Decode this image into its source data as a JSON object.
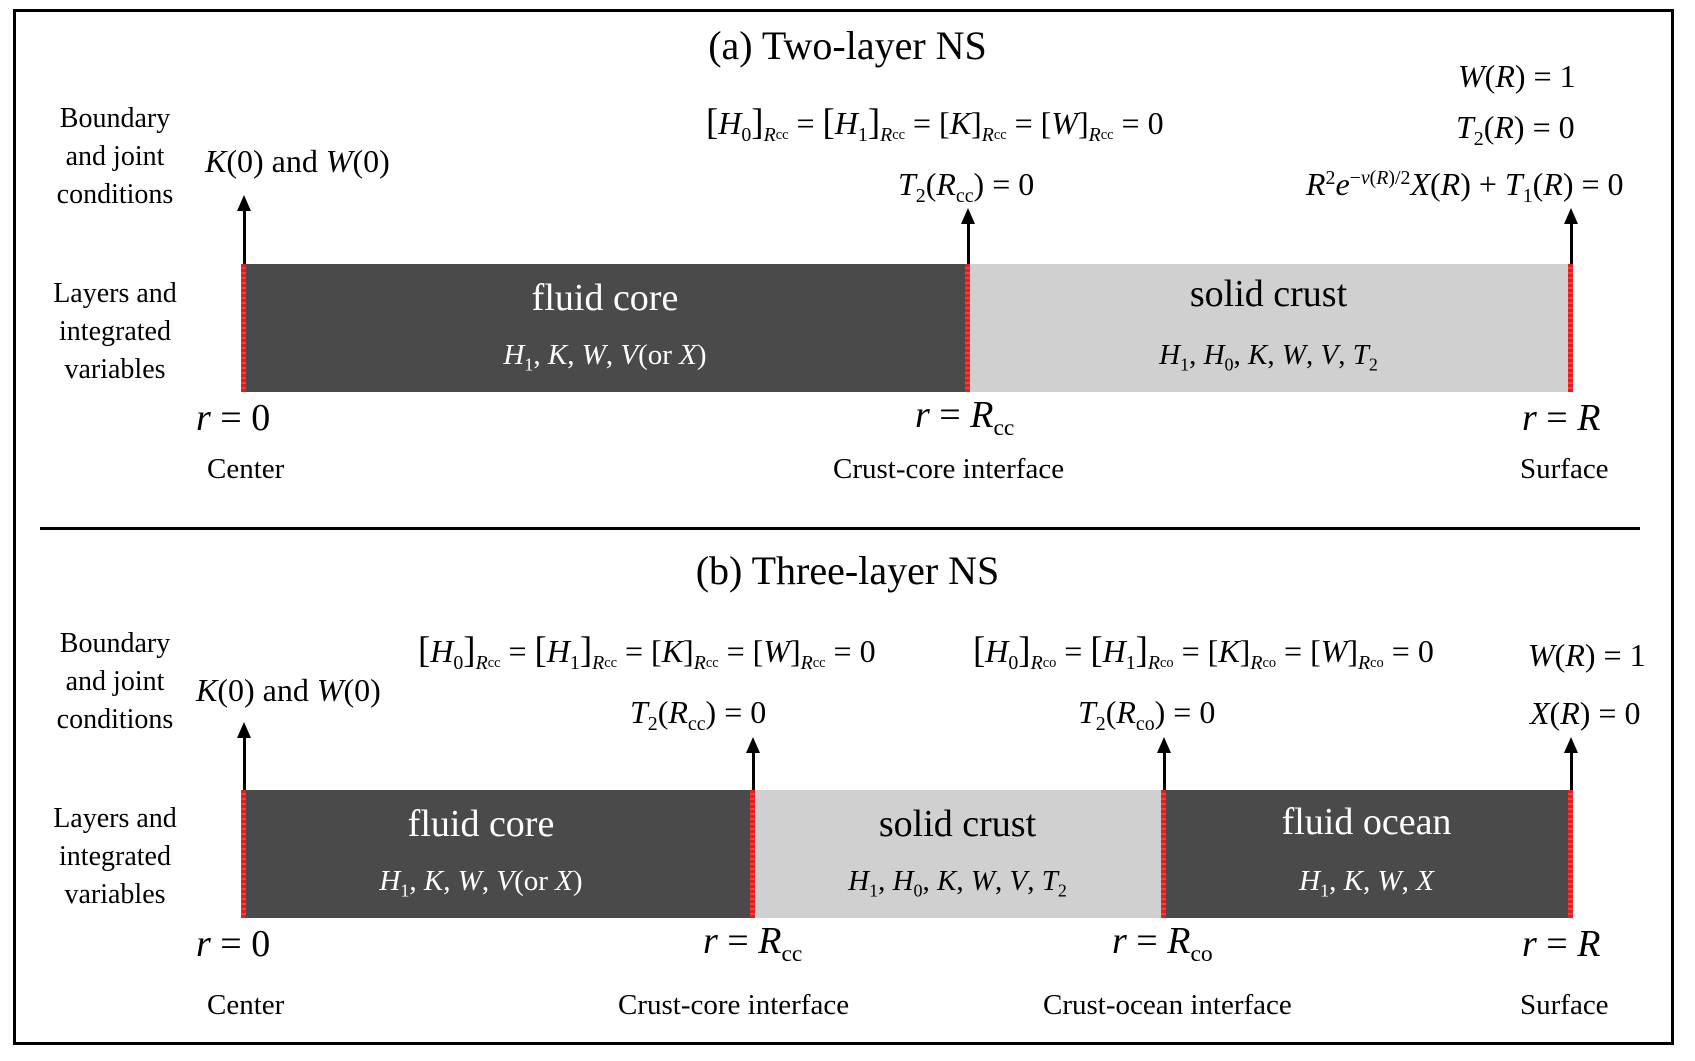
{
  "panel_a": {
    "title": "(a) Two-layer NS",
    "side_boundary": [
      "Boundary",
      "and joint",
      "conditions"
    ],
    "side_layers": [
      "Layers and",
      "integrated",
      "variables"
    ],
    "cond_center": "K(0) and W(0)",
    "cond_cc_line1": "[H0]Rcc = [H1]Rcc = [K]Rcc = [W]Rcc = 0",
    "cond_cc_line2": "T2(Rcc) = 0",
    "cond_surface_line1": "W(R) = 1",
    "cond_surface_line2": "T2(R) = 0",
    "cond_surface_line3": "R2e−ν(R)/2X(R) + T1(R) = 0",
    "layers": [
      {
        "name": "fluid core",
        "vars": "H1, K, W, V(or X)"
      },
      {
        "name": "solid crust",
        "vars": "H1, H0, K, W, V, T2"
      }
    ],
    "positions": [
      "r = 0",
      "r = Rcc",
      "r = R"
    ],
    "locations": [
      "Center",
      "Crust-core interface",
      "Surface"
    ]
  },
  "panel_b": {
    "title": "(b) Three-layer NS",
    "side_boundary": [
      "Boundary",
      "and joint",
      "conditions"
    ],
    "side_layers": [
      "Layers and",
      "integrated",
      "variables"
    ],
    "cond_center": "K(0) and W(0)",
    "cond_cc_line1": "[H0]Rcc = [H1]Rcc = [K]Rcc = [W]Rcc = 0",
    "cond_cc_line2": "T2(Rcc) = 0",
    "cond_co_line1": "[H0]Rco = [H1]Rco = [K]Rco = [W]Rco = 0",
    "cond_co_line2": "T2(Rco) = 0",
    "cond_surface_line1": "W(R) = 1",
    "cond_surface_line2": "X(R) = 0",
    "layers": [
      {
        "name": "fluid core",
        "vars": "H1, K, W, V(or X)"
      },
      {
        "name": "solid crust",
        "vars": "H1, H0, K, W, V, T2"
      },
      {
        "name": "fluid ocean",
        "vars": "H1, K, W, X"
      }
    ],
    "positions": [
      "r = 0",
      "r = Rcc",
      "r = Rco",
      "r = R"
    ],
    "locations": [
      "Center",
      "Crust-core interface",
      "Crust-ocean interface",
      "Surface"
    ]
  },
  "colors": {
    "fluid": "#4a4a4a",
    "solid": "#d0d0d0",
    "interface": "#e02020"
  }
}
